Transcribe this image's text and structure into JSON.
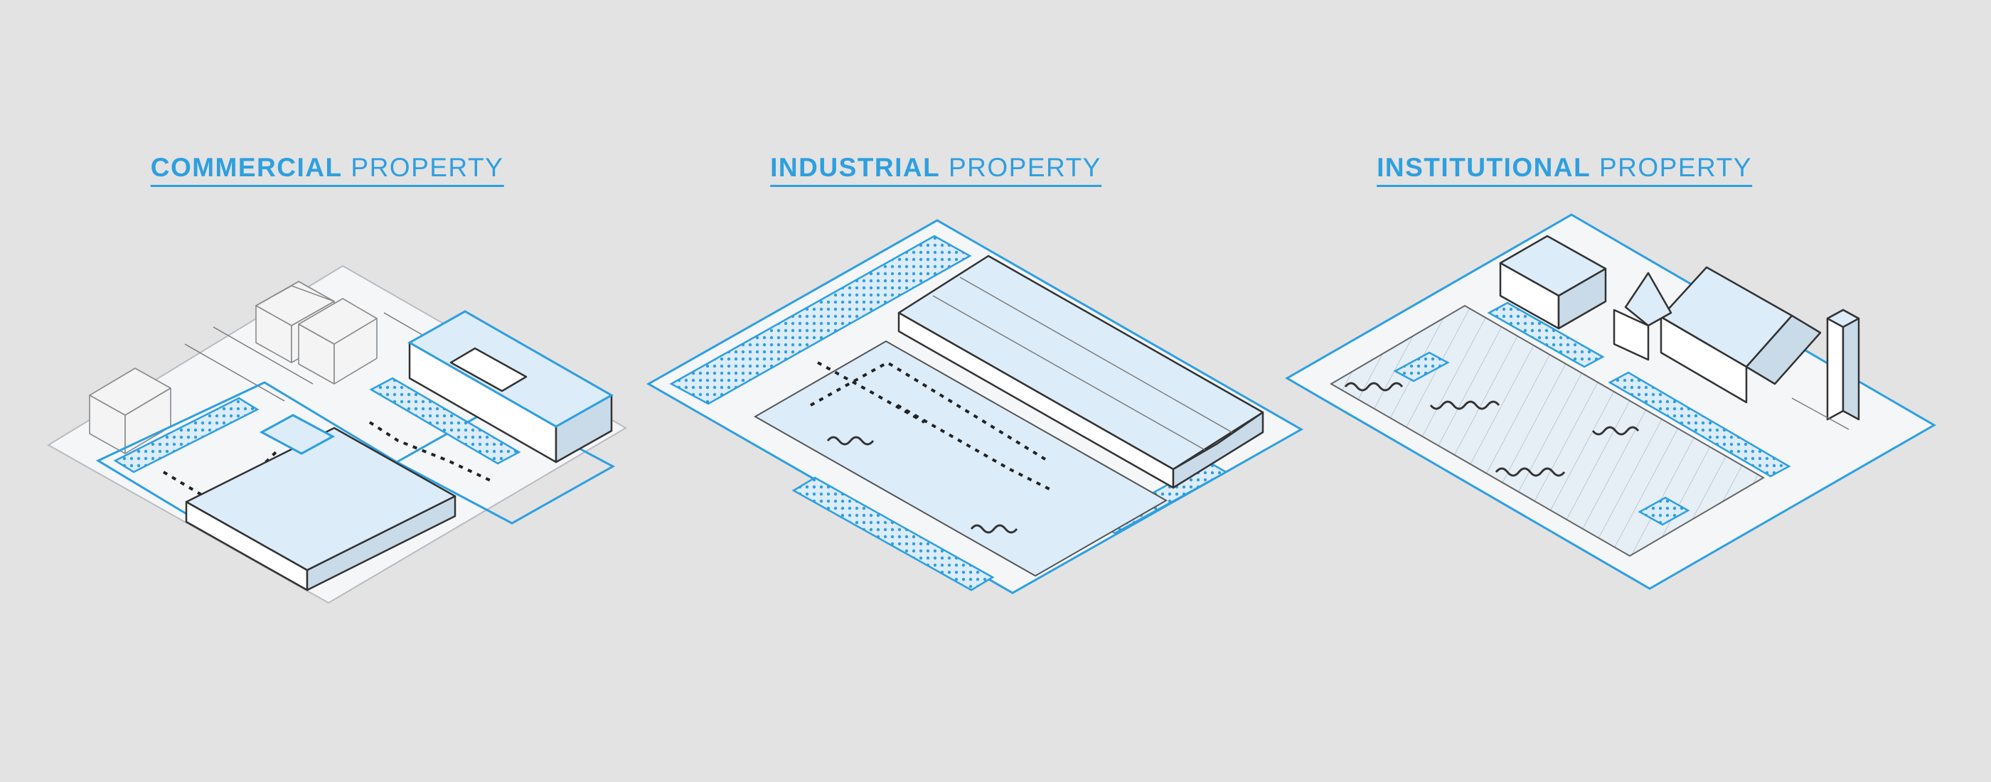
{
  "panels": [
    {
      "key": "commercial",
      "title_bold": "COMMERCIAL",
      "title_light": "PROPERTY"
    },
    {
      "key": "industrial",
      "title_bold": "INDUSTRIAL",
      "title_light": "PROPERTY"
    },
    {
      "key": "institutional",
      "title_bold": "INSTITUTIONAL",
      "title_light": "PROPERTY"
    }
  ],
  "colors": {
    "background": "#e3e3e3",
    "accent_blue": "#2e9fdf",
    "fill_light_blue": "#dcecf9",
    "line_dark": "#333333"
  }
}
